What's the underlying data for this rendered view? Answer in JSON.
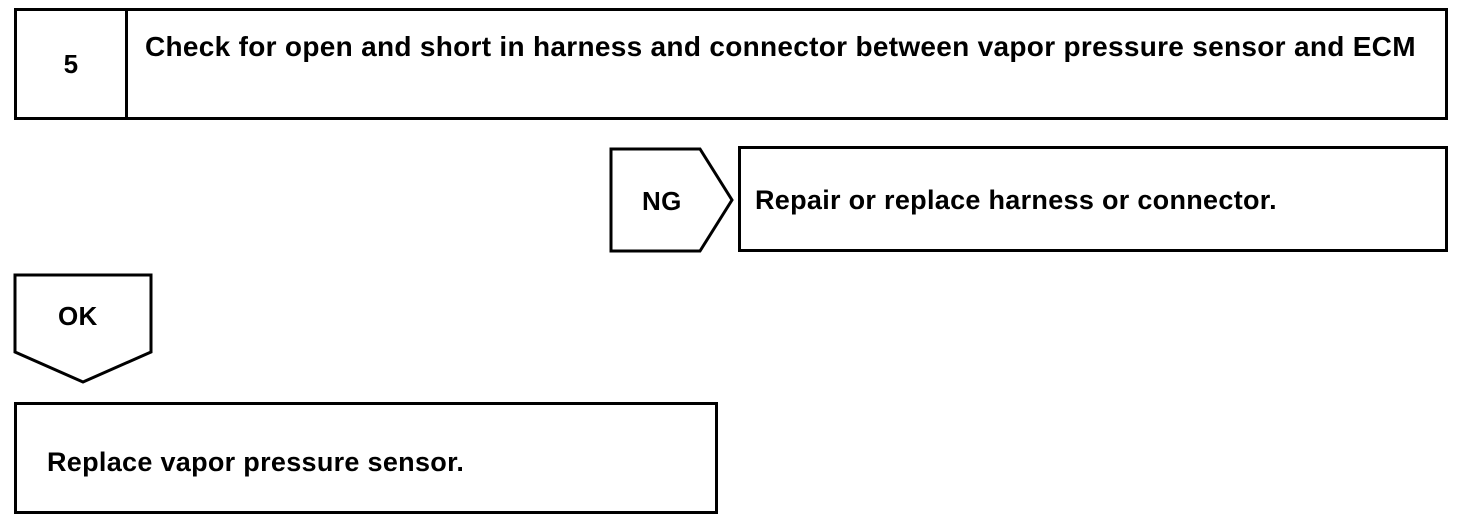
{
  "step": {
    "number": "5",
    "title": "Check for open and short in harness and connector between vapor pressure sensor and ECM"
  },
  "branches": {
    "ng": {
      "label": "NG",
      "result": "Repair or replace harness or connector."
    },
    "ok": {
      "label": "OK",
      "result": "Replace vapor pressure sensor."
    }
  }
}
